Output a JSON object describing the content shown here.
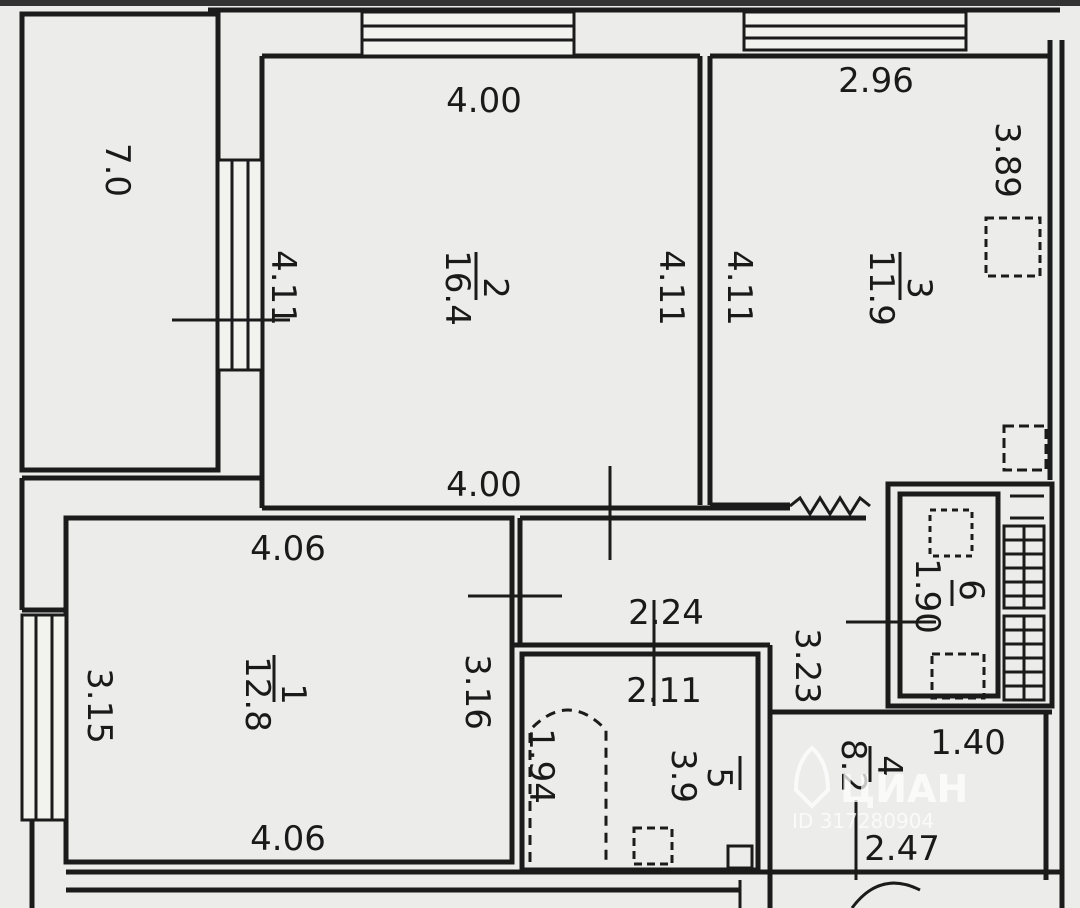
{
  "plan": {
    "balcony": {
      "area": "7.0"
    },
    "room_2": {
      "number": "2",
      "area": "16.4",
      "width_top": "4.00",
      "width_bottom": "4.00",
      "depth_left": "4.11",
      "depth_right": "4.11"
    },
    "room_3": {
      "number": "3",
      "area": "11.9",
      "width_top": "2.96",
      "depth_left": "4.11",
      "depth_right": "3.89"
    },
    "room_1": {
      "number": "1",
      "area": "12.8",
      "width_top": "4.06",
      "width_bottom": "4.06",
      "depth_left": "3.15",
      "depth_right": "3.16"
    },
    "room_5": {
      "number": "5",
      "area": "3.9",
      "width": "2.11",
      "depth": "1.94"
    },
    "room_6": {
      "number": "6",
      "dim": "1.90"
    },
    "room_4": {
      "number": "4",
      "area": "8.2",
      "width_top": "1.40",
      "width_bottom": "2.47",
      "depth": "3.23"
    },
    "corridor": {
      "width": "2.24"
    }
  },
  "watermark": {
    "logo_text": "ЦИАН",
    "id_text": "ID 317280904"
  }
}
